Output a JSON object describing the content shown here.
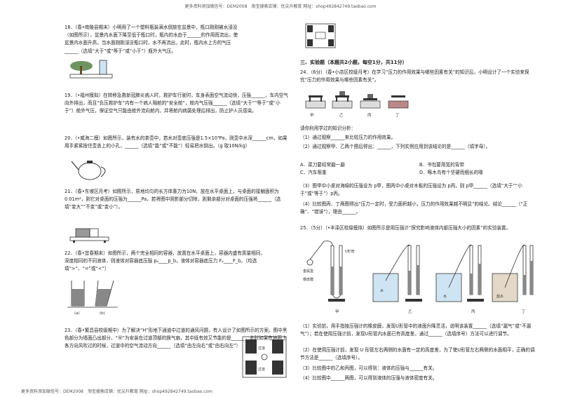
{
  "header": {
    "text": "更多资料添加微信号：DEM2008　淘宝搜索店铺：优尖升教育 网址：shop492842749.taobao.com"
  },
  "footer": {
    "text": "更多资料添加微信号：DEM2008　淘宝搜索店铺：优尖升教育 网址：shop492842749.taobao.com"
  },
  "left": {
    "q18": "18．（春•南陵县期末）小明用了一个塑料瓶装满水倒放在盆景中，瓶口刚刚被水浸没（如图所示），盆景内水面下降至低于瓶口时，瓶内的水由于______的作用而流出，使盆景内水面升高，当水面刚刚浸没瓶口时，水不再流出，此时，瓶内水上方的气压______（选填“大于”或“等于”或“小于”）瓶外大气压。",
    "q19": "19．（•福州模拟）在转移急救新冠肺炎病人时，救护车行驶时，车身表面空气流动快，压强______，车内空气向外排出，而且“负压救护车”内有一个病人隔舱的“安全舱”，舱内气压强______（选填“大于”“等于”或“小于”）舱外气压，保证空气只能由舱外流向舱内，并将舱内病菌处理后排出，防止护人员感染。",
    "q20": "20．（•威海二模）如图所示，装有水的茶壶中，若水对壶底压强是1.5×10³Pa，则壶中水深______cm，如果用手紧紧按住壶盖上的小孔，______（选填“能”或“不能”）轻易把水倒出。（g 取10N/kg）",
    "q21": "21．（春•东坡区月考）如图所示，质地均匀的长方体重力为10N，放在水平桌面上，与桌面的接触面积为0.01m²，则它对桌面的压强为______Pa，若将图中阴影部分切除，则剩余部分对桌面的压强将______（选填“变大”“不变”或“变小”）。",
    "q22": "22．（春•宜春期末）如图所示，两个完全相同的容器，放置在水平桌面上，容器内盛有质量相同，深度相同的不同液体，则液体对容器底压强 pₐ____p_b，液体对容器底压力 Fₐ____F_b。（均选填“>”、“=”或“<”）",
    "q22_labels": [
      "(a)",
      "(b)"
    ],
    "q23": "23．（春•繁昌县校级期中）为了解决“H”形地下通道中过道的通风问题，有人设计了如图所示的方案。图中黑色部分为墙面凸出部分，“Ⓜ”为安装在过道顶部的换气扇，其中既有效又节能的是______，此时如果在地面上各方向风吹过的时候，过道中的空气流动方向______（选填“由左向右”或“由右向左”）",
    "q23_labels": [
      "过道",
      "过道"
    ]
  },
  "right": {
    "sec3": "三、实验题（本题共2小题，每空1分，共11分）",
    "q24": "24．（6分）（春•小店区校级月考）在学习“压力的作用效果与哪些因素有关”的知识后，小明设计了一个实验来探究“压力的作用效果与哪些因素有关”。",
    "q24_labels": [
      "甲",
      "乙",
      "丙",
      "丁"
    ],
    "q24_intro": "请你利用学过的知识分析：",
    "q24_1": "（1）通过观察______来比较压力的作用效果。",
    "q24_2": "（2）通过观察甲、乙两个图后得出：______，下列实例应用到该结论的是______（填字母）。",
    "q24_opts": [
      "A．菜刀要经常磨一磨",
      "B．书包要用宽的背带",
      "C．汽车限重",
      "D．啄木鸟有个坚硬而细长的喙"
    ],
    "q24_3": "（3）图甲中小桌对海绵的压强设为 p甲，图丙中小桌对木板的压强设为 p丙，则 p甲______（选填“大于”“小于”或“等于”）p丙。",
    "q24_4": "（4）比较图丙、丁两图得出“压力一定时，受力面积越小，压力的作用效果越不明显”的结论。结论______（“正确”、“错误”），理由______。",
    "q25": "25．（5分）（•丰泽区校级模拟）如图所示是用压强计“探究影响液体内部压强大小的因素”的实验装置。",
    "q25_labels": [
      "甲",
      "乙",
      "丙",
      "丁"
    ],
    "q25_tags": [
      "金属盒",
      "橡皮膜",
      "U形管",
      "水",
      "水",
      "盐水"
    ],
    "q25_1": "（1）实验前，用手指按压强计的橡皮膜，发现U形管中的液面升降灵活，说明该装置______（选填“漏气”或“不漏气”）；若在使用压强计前，发现U形管内水面已有高度差，通过______（选填序号）方法可以进行调节。",
    "q25_2": "（2）在使用压强计前，发现 U 形管左右两侧的水面有一定的高度差，为了使U形管左右两侧的水面相平，正确的调节方法是______（选填序号）。",
    "q25_3": "（3）比较图中的乙和丙图，可以得到：液体的压强与______有关。",
    "q25_4": "（4）比较图中______两图，可以得到液体的压强与液体密度有关。"
  },
  "colors": {
    "ink": "#222222",
    "figure": "#333333",
    "plant": "#4a7a3a"
  }
}
